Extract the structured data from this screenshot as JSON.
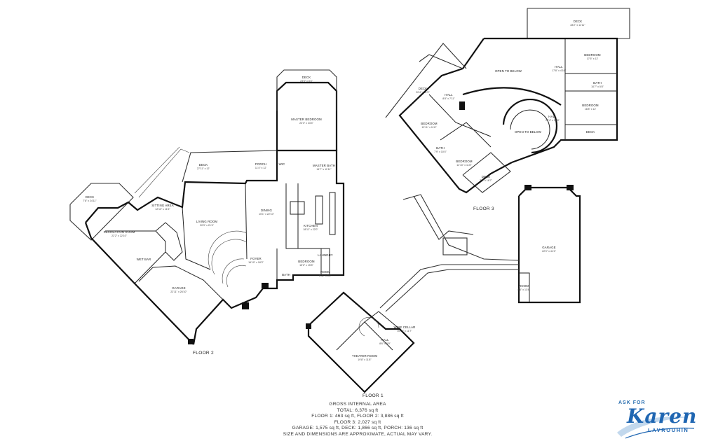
{
  "floors": [
    {
      "label": "FLOOR 2",
      "rooms": [
        {
          "name": "DECK",
          "dim": "7'8\" x 24'11\""
        },
        {
          "name": "RECREATION ROOM",
          "dim": "22'2\" x 22'10\""
        },
        {
          "name": "SITTING AREA",
          "dim": "12'10\" x 11'5\""
        },
        {
          "name": "LIVING ROOM",
          "dim": "30'3\" x 21'4\""
        },
        {
          "name": "DECK",
          "dim": "27'11\" x 12'"
        },
        {
          "name": "PORCH",
          "dim": "11'4\" x 12'"
        },
        {
          "name": "WIC",
          "dim": ""
        },
        {
          "name": "MASTER BEDROOM",
          "dim": "23'3\" x 23'4\""
        },
        {
          "name": "DECK",
          "dim": "23'5\" x 8'4\""
        },
        {
          "name": "MASTER BATH",
          "dim": "14'7\" x 11'11\""
        },
        {
          "name": "DINING",
          "dim": "15'1\" x 22'10\""
        },
        {
          "name": "KITCHEN",
          "dim": "18'11\" x 22'0\""
        },
        {
          "name": "FOYER",
          "dim": "16'10\" x 18'3\""
        },
        {
          "name": "BEDROOM",
          "dim": "15'2\" x 15'5\""
        },
        {
          "name": "LAUNDRY",
          "dim": ""
        },
        {
          "name": "ROOM",
          "dim": "8'11\" x 5'8\""
        },
        {
          "name": "BATH",
          "dim": ""
        },
        {
          "name": "WET BAR",
          "dim": ""
        },
        {
          "name": "GARAGE",
          "dim": "22'11\" x 26'10\""
        }
      ]
    },
    {
      "label": "FLOOR 3",
      "rooms": [
        {
          "name": "DECK",
          "dim": "28'2\" x 11'11\""
        },
        {
          "name": "OPEN TO BELOW",
          "dim": ""
        },
        {
          "name": "BEDROOM",
          "dim": "17'6\" x 12'"
        },
        {
          "name": "BATH",
          "dim": "10'7\" x 5'8\""
        },
        {
          "name": "BEDROOM",
          "dim": "16'8\" x 12'"
        },
        {
          "name": "HALL",
          "dim": "21'4\" x 16'8\""
        },
        {
          "name": "HALL",
          "dim": "17'8\" x 4'10\""
        },
        {
          "name": "DECK",
          "dim": ""
        },
        {
          "name": "OPEN TO BELOW",
          "dim": ""
        },
        {
          "name": "DECK",
          "dim": "20'4\" x 11'9\""
        },
        {
          "name": "HALL",
          "dim": "8'8\" x 7'11\""
        },
        {
          "name": "BEDROOM",
          "dim": "12'11\" x 11'8\""
        },
        {
          "name": "BATH",
          "dim": "7'9\" x 10'4\""
        },
        {
          "name": "BEDROOM",
          "dim": "12'10\" x 11'8\""
        },
        {
          "name": "DECK",
          "dim": "7'8\" x 16'7\""
        }
      ]
    },
    {
      "label": "FLOOR 1",
      "rooms": [
        {
          "name": "GARAGE",
          "dim": "22'0\" x 41'4\""
        },
        {
          "name": "ROOM",
          "dim": "4'6\" x 11'4\""
        },
        {
          "name": "WINE CELLAR",
          "dim": "10'11\" x 11'7\""
        },
        {
          "name": "HALL",
          "dim": "8'6\" x 5'9\""
        },
        {
          "name": "THEATER ROOM",
          "dim": "19'8\" x 11'8\""
        }
      ]
    }
  ],
  "summary": {
    "heading": "GROSS INTERNAL AREA",
    "total": "TOTAL: 6,376 sq ft",
    "floors12": "FLOOR 1: 463 sq ft, FLOOR 2: 3,886 sq ft",
    "floor3": "FLOOR 3: 2,027 sq ft",
    "extras": "GARAGE: 1,575 sq ft, DECK: 1,866 sq ft, PORCH: 136 sq ft",
    "disclaimer": "SIZE AND DIMENSIONS ARE APPROXIMATE, ACTUAL MAY VARY."
  },
  "logo": {
    "ask": "ASK FOR",
    "first": "Karen",
    "last": "LAVROUHIN",
    "color": "#1f66b2"
  }
}
